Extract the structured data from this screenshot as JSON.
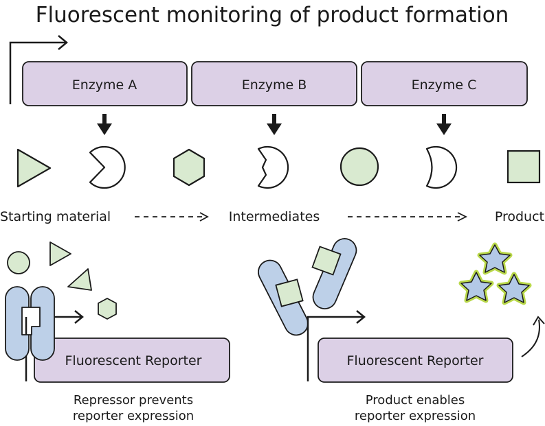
{
  "title": "Fluorescent monitoring of product formation",
  "enzymes": [
    {
      "label": "Enzyme A"
    },
    {
      "label": "Enzyme B"
    },
    {
      "label": "Enzyme C"
    }
  ],
  "stages": {
    "starting": "Starting material",
    "intermediates": "Intermediates",
    "product": "Product"
  },
  "left_panel": {
    "reporter": "Fluorescent Reporter",
    "caption_line1": "Repressor prevents",
    "caption_line2": "reporter expression"
  },
  "right_panel": {
    "reporter": "Fluorescent Reporter",
    "caption_line1": "Product enables",
    "caption_line2": "reporter expression"
  },
  "colors": {
    "enzyme_fill": "#dcd0e6",
    "reporter_fill": "#dcd0e6",
    "molecule_fill": "#d9ead0",
    "repressor_fill": "#bdd0e8",
    "star_fill": "#b3c9e6",
    "star_glow": "#b9d84a",
    "stroke": "#1a1a1a"
  }
}
